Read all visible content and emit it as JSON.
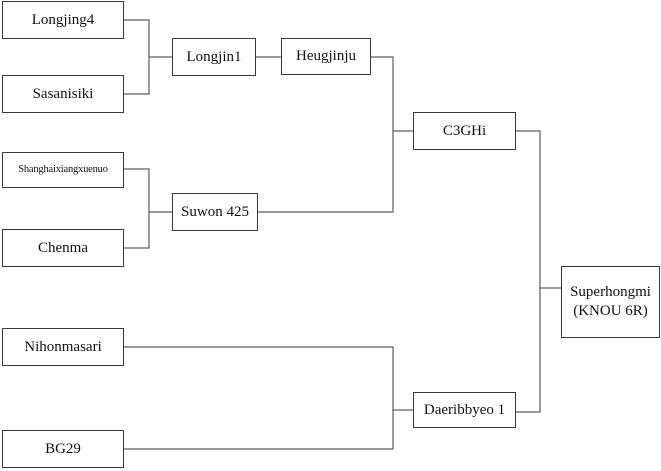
{
  "diagram": {
    "type": "pedigree",
    "line_color": "#3a3a3a",
    "nodes": {
      "longjing4": {
        "label": "Longjing4"
      },
      "sasanisiki": {
        "label": "Sasanisiki"
      },
      "shanghai": {
        "label": "Shanghaixiangxuenuo"
      },
      "chenma": {
        "label": "Chenma"
      },
      "nihonmasari": {
        "label": "Nihonmasari"
      },
      "bg29": {
        "label": "BG29"
      },
      "longjin1": {
        "label": "Longjin1"
      },
      "heugjinju": {
        "label": "Heugjinju"
      },
      "suwon425": {
        "label": "Suwon 425"
      },
      "c3ghi": {
        "label": "C3GHi"
      },
      "daeribbyeo": {
        "label": "Daeribbyeo 1"
      },
      "superhongmi": {
        "label": "Superhongmi",
        "sublabel": "(KNOU 6R)"
      }
    },
    "crosses": [
      {
        "parents": [
          "longjing4",
          "sasanisiki"
        ],
        "offspring": "longjin1"
      },
      {
        "parents": [
          "shanghai",
          "chenma"
        ],
        "offspring": "suwon425"
      },
      {
        "parents": [
          "longjin1"
        ],
        "offspring": "heugjinju"
      },
      {
        "parents": [
          "heugjinju",
          "suwon425"
        ],
        "offspring": "c3ghi"
      },
      {
        "parents": [
          "nihonmasari",
          "bg29"
        ],
        "offspring": "daeribbyeo"
      },
      {
        "parents": [
          "c3ghi",
          "daeribbyeo"
        ],
        "offspring": "superhongmi"
      }
    ]
  }
}
